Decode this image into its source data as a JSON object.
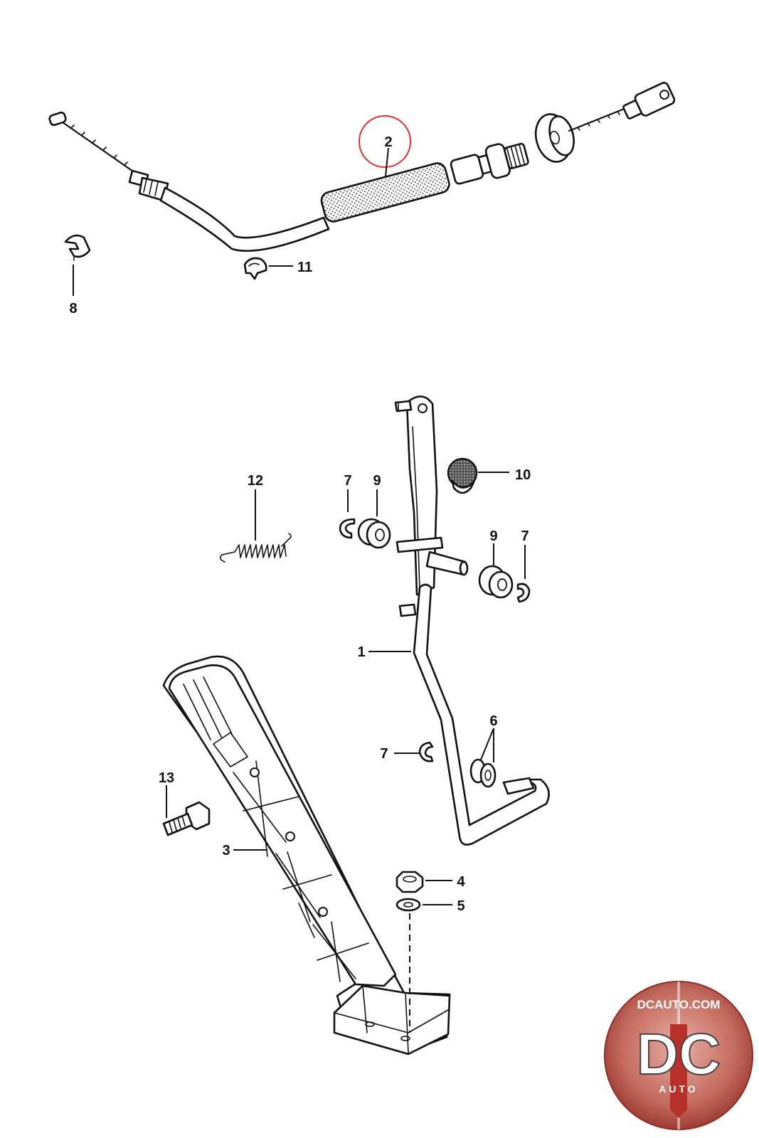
{
  "diagram": {
    "callouts": [
      {
        "id": "c1",
        "label": "1"
      },
      {
        "id": "c2",
        "label": "2"
      },
      {
        "id": "c3",
        "label": "3"
      },
      {
        "id": "c4",
        "label": "4"
      },
      {
        "id": "c5",
        "label": "5"
      },
      {
        "id": "c6",
        "label": "6"
      },
      {
        "id": "c7a",
        "label": "7"
      },
      {
        "id": "c7b",
        "label": "7"
      },
      {
        "id": "c7c",
        "label": "7"
      },
      {
        "id": "c8",
        "label": "8"
      },
      {
        "id": "c9a",
        "label": "9"
      },
      {
        "id": "c9b",
        "label": "9"
      },
      {
        "id": "c10",
        "label": "10"
      },
      {
        "id": "c11",
        "label": "11"
      },
      {
        "id": "c12",
        "label": "12"
      },
      {
        "id": "c13",
        "label": "13"
      }
    ],
    "highlight_color": "#e03030"
  },
  "watermark": {
    "site": "DCAUTO.COM",
    "letters": "DC",
    "word": "AUTO",
    "color": "#c0392b"
  }
}
